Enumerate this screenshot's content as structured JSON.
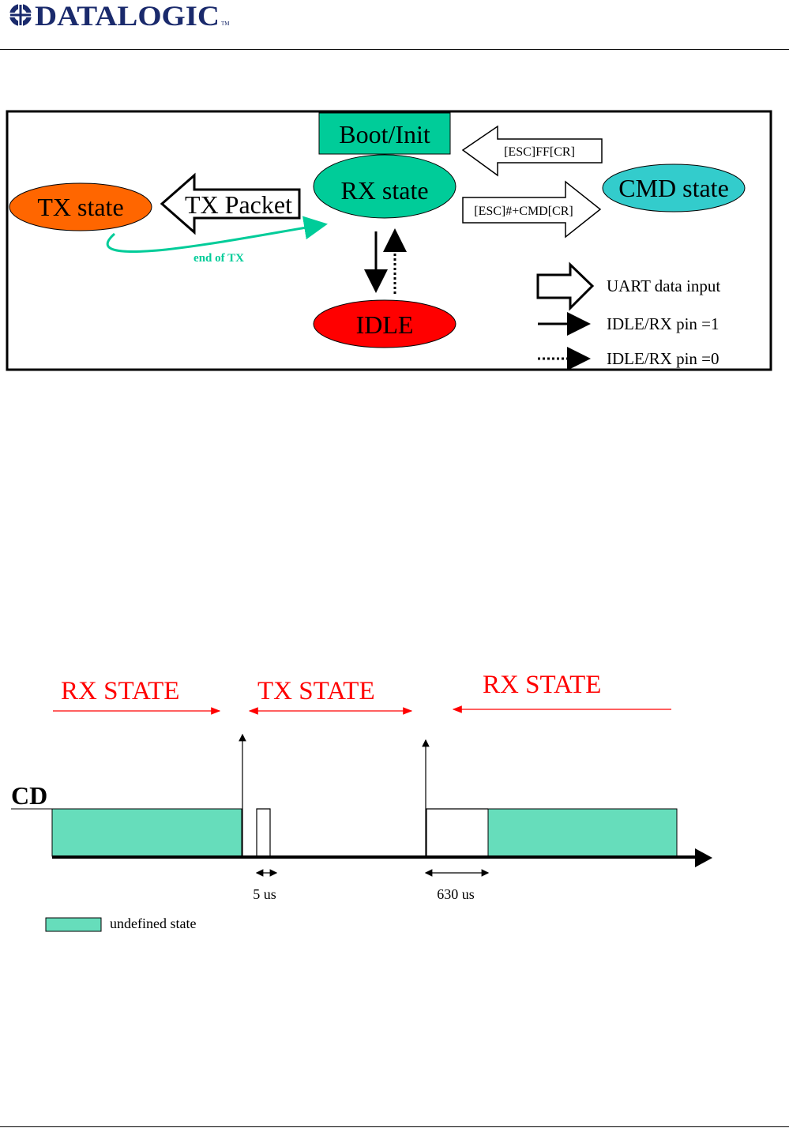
{
  "header": {
    "brand": "DATALOGIC",
    "trademark": "TM"
  },
  "state_diagram": {
    "boot_init": "Boot/Init",
    "rx_state": "RX state",
    "tx_state": "TX state",
    "cmd_state": "CMD state",
    "idle": "IDLE",
    "tx_packet": "TX Packet",
    "esc_ff_cr": "[ESC]FF[CR]",
    "esc_cmd_cr": "[ESC]#+CMD[CR]",
    "end_of_tx": "end of TX",
    "legend": {
      "uart": "UART data input",
      "pin1": "IDLE/RX pin =1",
      "pin0": "IDLE/RX pin =0"
    },
    "colors": {
      "tx_state": "#ff6600",
      "rx_state": "#00cc99",
      "cmd_state": "#33cccc",
      "idle": "#ff0000",
      "boot": "#00cc99",
      "end_of_tx": "#00cc99"
    }
  },
  "timing_diagram": {
    "rx_state_left": "RX STATE",
    "tx_state": "TX STATE",
    "rx_state_right": "RX STATE",
    "signal": "CD",
    "label_5us": "5 us",
    "label_630us": "630 us",
    "legend_undefined": "undefined state",
    "colors": {
      "undefined": "#66ddbb",
      "state_labels": "#ff0000"
    }
  }
}
